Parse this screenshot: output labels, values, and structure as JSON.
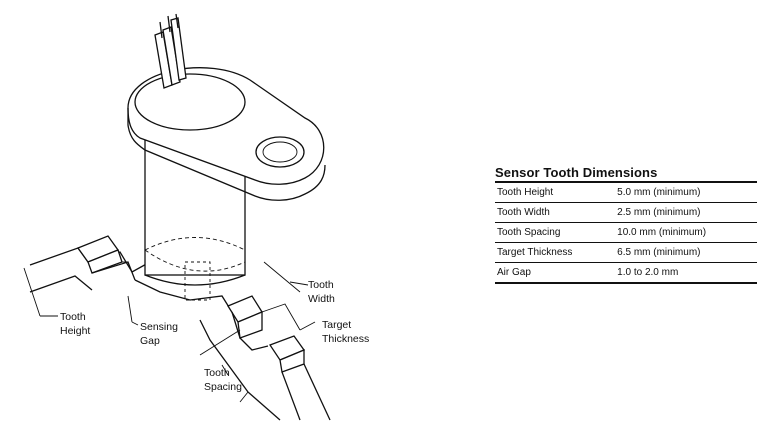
{
  "diagram": {
    "labels": {
      "tooth_height": [
        "Tooth",
        "Height"
      ],
      "sensing_gap": [
        "Sensing",
        "Gap"
      ],
      "tooth_spacing": [
        "Tooth",
        "Spacing"
      ],
      "tooth_width": [
        "Tooth",
        "Width"
      ],
      "target_thickness": [
        "Target",
        "Thickness"
      ]
    }
  },
  "table": {
    "title": "Sensor Tooth Dimensions",
    "rows": [
      {
        "name": "Tooth Height",
        "value": "5.0 mm (minimum)"
      },
      {
        "name": "Tooth Width",
        "value": "2.5 mm (minimum)"
      },
      {
        "name": "Tooth Spacing",
        "value": "10.0 mm (minimum)"
      },
      {
        "name": "Target Thickness",
        "value": "6.5 mm (minimum)"
      },
      {
        "name": "Air Gap",
        "value": "1.0 to 2.0 mm"
      }
    ]
  }
}
